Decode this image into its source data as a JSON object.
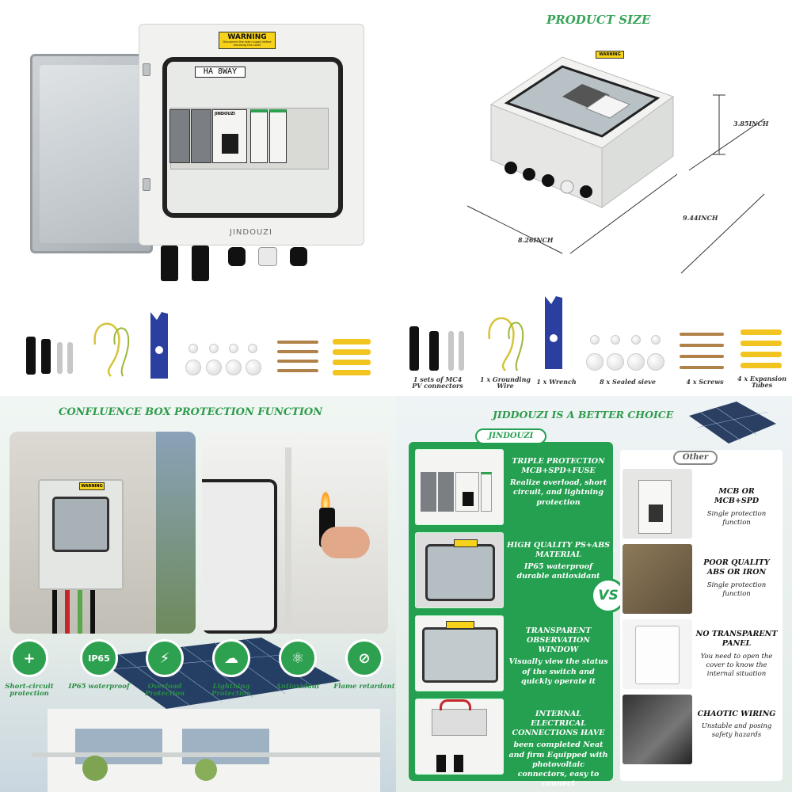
{
  "q1": {
    "warning_label": "WARNING",
    "warning_sub": "Disconnect the main supply before removing this cover",
    "model_label": "HA 8WAY",
    "brand": "JINDOUZI",
    "breaker_brand": "JINDOUZI"
  },
  "q2": {
    "title": "PRODUCT SIZE",
    "dim_height": "3.85INCH",
    "dim_depth": "9.44INCH",
    "dim_width": "8.26INCH",
    "accessories": [
      "1 sets of MC4 PV connectors",
      "1 x Grounding Wire",
      "1 x Wrench",
      "8 x Sealed sieve",
      "4 x Screws",
      "4 x Expansion Tubes"
    ]
  },
  "q3": {
    "title": "CONFLUENCE BOX PROTECTION FUNCTION",
    "features": [
      {
        "icon": "shield-plus-icon",
        "label": "Short-circuit protection"
      },
      {
        "icon": "ip65-icon",
        "label": "IP65 waterproof",
        "badge": "IP65"
      },
      {
        "icon": "lightning-shield-icon",
        "label": "Overload Protection"
      },
      {
        "icon": "cloud-lightning-icon",
        "label": "Lightning Protection"
      },
      {
        "icon": "molecule-icon",
        "label": "Antioxidant"
      },
      {
        "icon": "no-fire-icon",
        "label": "Flame retardant"
      }
    ]
  },
  "q4": {
    "title": "JIDDOUZI IS A BETTER CHOICE",
    "brand_pill": "JINDOUZI",
    "other_pill": "Other",
    "vs": "VS",
    "ours": [
      {
        "h": "TRIPLE PROTECTION MCB+SPD+FUSE",
        "t": "Realize overload, short circuit, and lightning protection"
      },
      {
        "h": "HIGH QUALITY PS+ABS MATERIAL",
        "t": "IP65 waterproof durable antioxidant"
      },
      {
        "h": "TRANSPARENT OBSERVATION WINDOW",
        "t": "Visually view the status of the switch and quickly operate it"
      },
      {
        "h": "INTERNAL ELECTRICAL CONNECTIONS HAVE",
        "t": "been completed Neat and firm Equipped with photovoltaic connectors, easy to connect"
      }
    ],
    "others": [
      {
        "h": "MCB OR MCB+SPD",
        "t": "Single protection function"
      },
      {
        "h": "POOR QUALITY ABS OR IRON",
        "t": "Single protection function"
      },
      {
        "h": "NO TRANSPARENT PANEL",
        "t": "You need to open the cover to know the internal situation"
      },
      {
        "h": "CHAOTIC WIRING",
        "t": "Unstable and posing safety hazards"
      }
    ]
  }
}
